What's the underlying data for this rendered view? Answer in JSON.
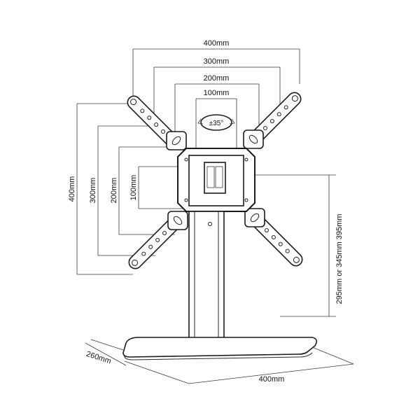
{
  "dimensions": {
    "width_400": "400mm",
    "width_300": "300mm",
    "width_200": "200mm",
    "width_100": "100mm",
    "height_400": "400mm",
    "height_300": "300mm",
    "height_200": "200mm",
    "height_100": "100mm",
    "rotation": "±35°",
    "pole_height": "295mm or 345mm 395mm",
    "base_depth": "260mm",
    "base_width": "400mm"
  }
}
